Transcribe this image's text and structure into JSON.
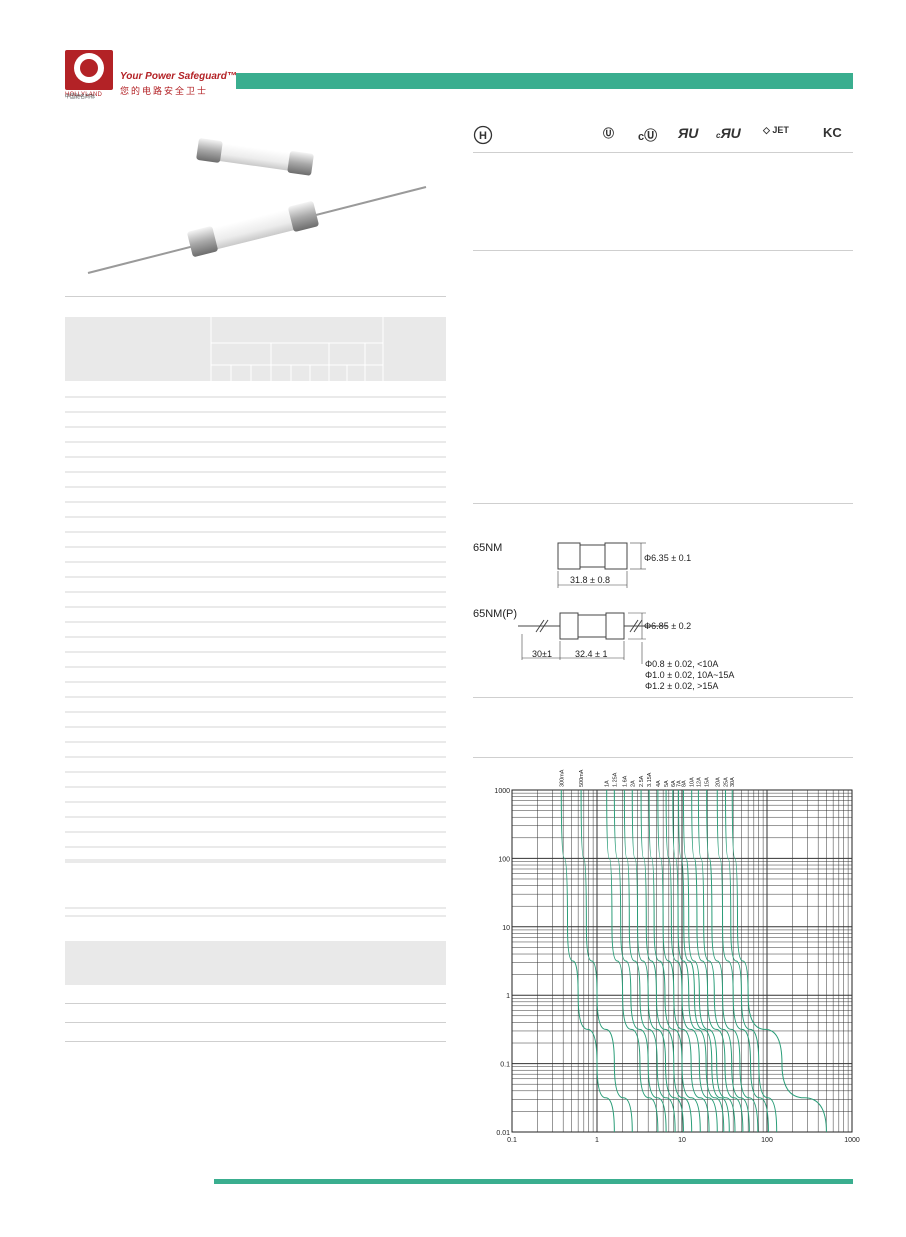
{
  "header": {
    "brand_name": "HOLLYLAND",
    "brand_cn": "中国驰名商标",
    "brand_sub": "Famous Trademark of China",
    "tagline": "Your Power Safeguard™",
    "tagline_cn": "您的电路安全卫士"
  },
  "certifications": {
    "h_mark": "H",
    "marks": [
      "UL",
      "cUL",
      "RU",
      "cRU",
      "PSE JET",
      "KC"
    ]
  },
  "dimensions": {
    "model_1": "65NM",
    "model_1_diameter": "Φ6.35 ± 0.1",
    "model_1_length": "31.8 ± 0.8",
    "model_2": "65NM(P)",
    "model_2_diameter": "Φ6.85 ± 0.2",
    "model_2_lead": "30±1",
    "model_2_length": "32.4 ± 1",
    "wire_1": "Φ0.8 ± 0.02, <10A",
    "wire_2": "Φ1.0 ± 0.02, 10A~15A",
    "wire_3": "Φ1.2 ± 0.02, >15A"
  },
  "chart_data": {
    "type": "line",
    "title": "",
    "xlabel": "",
    "ylabel": "",
    "x_scale": "log",
    "y_scale": "log",
    "xlim": [
      0.1,
      1000
    ],
    "ylim": [
      0.01,
      1000
    ],
    "x_ticks": [
      "0.1",
      "1",
      "10",
      "100",
      "1000"
    ],
    "y_ticks": [
      "1000",
      "100",
      "10",
      "1",
      "0.1",
      "0.01"
    ],
    "grid": true,
    "line_color": "#2a9d78",
    "series": [
      {
        "name": "300mA",
        "values": [
          [
            0.38,
            1000
          ],
          [
            0.45,
            10
          ],
          [
            0.6,
            1
          ],
          [
            1.0,
            0.1
          ],
          [
            1.6,
            0.01
          ]
        ]
      },
      {
        "name": "500mA",
        "values": [
          [
            0.65,
            1000
          ],
          [
            0.75,
            10
          ],
          [
            1.0,
            1
          ],
          [
            1.6,
            0.1
          ],
          [
            2.6,
            0.01
          ]
        ]
      },
      {
        "name": "1A",
        "values": [
          [
            1.3,
            1000
          ],
          [
            1.5,
            10
          ],
          [
            2.0,
            1
          ],
          [
            3.2,
            0.1
          ],
          [
            5.2,
            0.01
          ]
        ]
      },
      {
        "name": "1.25A",
        "values": [
          [
            1.6,
            1000
          ],
          [
            1.9,
            10
          ],
          [
            2.5,
            1
          ],
          [
            4.0,
            0.1
          ],
          [
            6.5,
            0.01
          ]
        ]
      },
      {
        "name": "1.6A",
        "values": [
          [
            2.1,
            1000
          ],
          [
            2.4,
            10
          ],
          [
            3.2,
            1
          ],
          [
            5.1,
            0.1
          ],
          [
            8.3,
            0.01
          ]
        ]
      },
      {
        "name": "2A",
        "values": [
          [
            2.6,
            1000
          ],
          [
            3.0,
            10
          ],
          [
            4.0,
            1
          ],
          [
            6.4,
            0.1
          ],
          [
            10.4,
            0.01
          ]
        ]
      },
      {
        "name": "2.5A",
        "values": [
          [
            3.3,
            1000
          ],
          [
            3.8,
            10
          ],
          [
            5.0,
            1
          ],
          [
            8.0,
            0.1
          ],
          [
            13,
            0.01
          ]
        ]
      },
      {
        "name": "3.15A",
        "values": [
          [
            4.1,
            1000
          ],
          [
            4.7,
            10
          ],
          [
            6.3,
            1
          ],
          [
            10,
            0.1
          ],
          [
            16.4,
            0.01
          ]
        ]
      },
      {
        "name": "4A",
        "values": [
          [
            5.2,
            1000
          ],
          [
            6.0,
            10
          ],
          [
            8.0,
            1
          ],
          [
            12.8,
            0.1
          ],
          [
            20.8,
            0.01
          ]
        ]
      },
      {
        "name": "5A",
        "values": [
          [
            6.5,
            1000
          ],
          [
            7.5,
            10
          ],
          [
            10,
            1
          ],
          [
            16,
            0.1
          ],
          [
            26,
            0.01
          ]
        ]
      },
      {
        "name": "6A",
        "values": [
          [
            7.8,
            1000
          ],
          [
            9.0,
            10
          ],
          [
            12,
            1
          ],
          [
            19.2,
            0.1
          ],
          [
            31,
            0.01
          ]
        ]
      },
      {
        "name": "7A",
        "values": [
          [
            9.1,
            1000
          ],
          [
            10.5,
            10
          ],
          [
            14,
            1
          ],
          [
            22.4,
            0.1
          ],
          [
            36,
            0.01
          ]
        ]
      },
      {
        "name": "8A",
        "values": [
          [
            10.4,
            1000
          ],
          [
            12,
            10
          ],
          [
            16,
            1
          ],
          [
            25.6,
            0.1
          ],
          [
            42,
            0.01
          ]
        ]
      },
      {
        "name": "10A",
        "values": [
          [
            13,
            1000
          ],
          [
            15,
            10
          ],
          [
            20,
            1
          ],
          [
            32,
            0.1
          ],
          [
            52,
            0.01
          ]
        ]
      },
      {
        "name": "12A",
        "values": [
          [
            15.6,
            1000
          ],
          [
            18,
            10
          ],
          [
            24,
            1
          ],
          [
            38.4,
            0.1
          ],
          [
            62,
            0.01
          ]
        ]
      },
      {
        "name": "15A",
        "values": [
          [
            19.5,
            1000
          ],
          [
            22.5,
            10
          ],
          [
            30,
            1
          ],
          [
            48,
            0.1
          ],
          [
            78,
            0.01
          ]
        ]
      },
      {
        "name": "20A",
        "values": [
          [
            26,
            1000
          ],
          [
            30,
            10
          ],
          [
            40,
            1
          ],
          [
            64,
            0.1
          ],
          [
            104,
            0.01
          ]
        ]
      },
      {
        "name": "25A",
        "values": [
          [
            32.5,
            1000
          ],
          [
            37.5,
            10
          ],
          [
            50,
            1
          ],
          [
            80,
            0.1
          ],
          [
            130,
            0.01
          ]
        ]
      },
      {
        "name": "30A",
        "values": [
          [
            39,
            1000
          ],
          [
            45,
            10
          ],
          [
            60,
            1
          ],
          [
            150,
            0.1
          ],
          [
            500,
            0.01
          ]
        ]
      }
    ]
  }
}
